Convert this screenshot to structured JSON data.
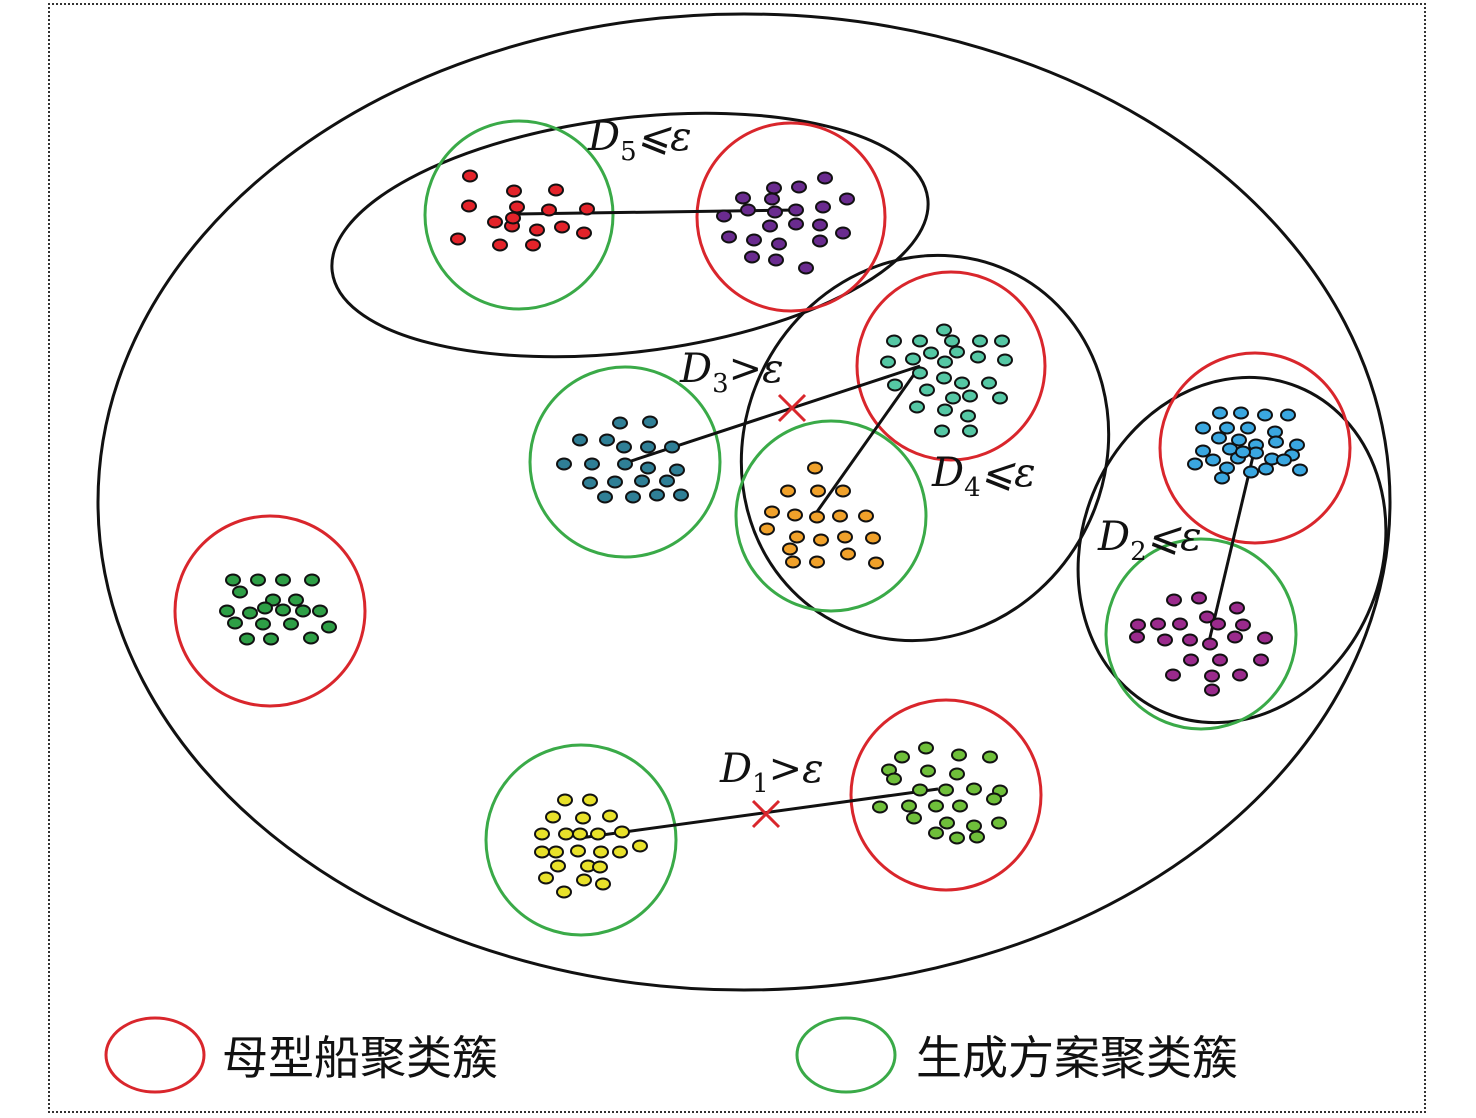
{
  "colors": {
    "parent_cluster": "#d9262c",
    "generated_cluster": "#3aaa48",
    "outline": "#111111",
    "cross": "#d9262c"
  },
  "point_colors": {
    "d5_generated": "#e3232a",
    "d5_parent": "#6a2b8f",
    "d3_parent": "#55c7a4",
    "d3_generated": "#2f7f96",
    "d4_generated": "#f0a12a",
    "d2_parent": "#3aa7e0",
    "d2_generated": "#9a2a8c",
    "lone_parent": "#2e9f46",
    "d1_generated": "#e8e12a",
    "d1_parent": "#6fbf3a"
  },
  "labels": {
    "d5": {
      "main": "D",
      "sub": "5",
      "rel": "⩽ε"
    },
    "d3": {
      "main": "D",
      "sub": "3",
      "rel": ">ε"
    },
    "d4": {
      "main": "D",
      "sub": "4",
      "rel": "⩽ε"
    },
    "d2": {
      "main": "D",
      "sub": "2",
      "rel": "⩽ε"
    },
    "d1": {
      "main": "D",
      "sub": "1",
      "rel": ">ε"
    }
  },
  "legend": {
    "parent_label": "母型船聚类簇",
    "generated_label": "生成方案聚类簇"
  }
}
